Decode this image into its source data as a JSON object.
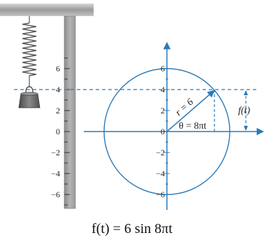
{
  "ruler_labels": [
    "6",
    "4",
    "2",
    "0",
    "−2",
    "−4",
    "−6"
  ],
  "circle_axis_labels": [
    "6",
    "4",
    "2",
    "0",
    "−2",
    "−4",
    "−6"
  ],
  "radius_label": "r = 6",
  "angle_label": "θ = 8πt",
  "projection_label": "f(t)",
  "caption": "f(t) = 6 sin 8πt",
  "colors": {
    "blue": "#2a7ab8",
    "ruler_fill": "#a8a8a8",
    "bar_fill": "#b8b8b8",
    "weight_fill": "#666666",
    "spring": "#555555"
  }
}
